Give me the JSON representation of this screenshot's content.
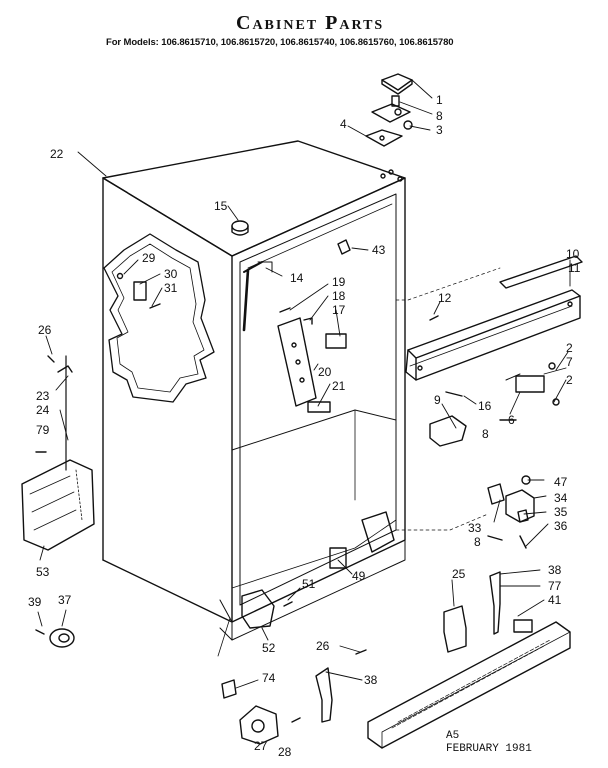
{
  "header": {
    "title": "Cabinet Parts",
    "models": "For Models: 106.8615710, 106.8615720, 106.8615740, 106.8615760, 106.8615780"
  },
  "footer": {
    "code": "A5",
    "date": "FEBRUARY 1981"
  },
  "callouts": [
    "1",
    "8",
    "3",
    "4",
    "22",
    "15",
    "43",
    "29",
    "30",
    "31",
    "14",
    "19",
    "18",
    "17",
    "10",
    "11",
    "12",
    "26",
    "20",
    "21",
    "23",
    "24",
    "2",
    "7",
    "2",
    "16",
    "6",
    "9",
    "8",
    "79",
    "47",
    "34",
    "35",
    "33",
    "36",
    "8",
    "53",
    "49",
    "25",
    "38",
    "77",
    "41",
    "39",
    "37",
    "51",
    "52",
    "26",
    "74",
    "38",
    "27",
    "28"
  ]
}
